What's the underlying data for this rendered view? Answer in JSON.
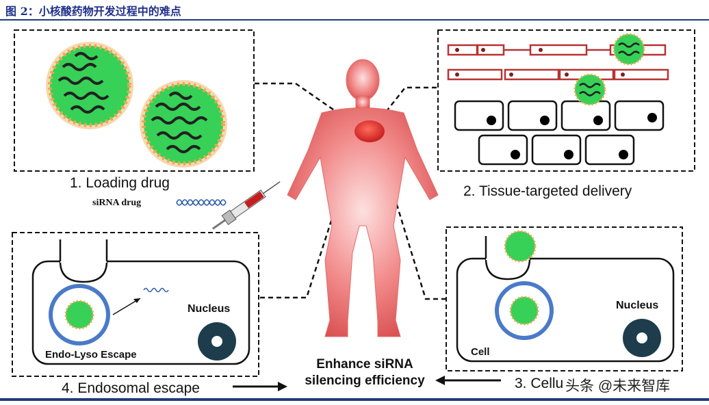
{
  "header": {
    "title": "图 2：小核酸药物开发过程中的难点"
  },
  "panels": {
    "loading": {
      "caption": "1. Loading  drug",
      "drug_label": "siRNA drug"
    },
    "tissue": {
      "caption": "2. Tissue-targeted delivery"
    },
    "cellular": {
      "caption": "3. Cellu",
      "cell_label": "Cell",
      "nucleus_label": "Nucleus"
    },
    "endosomal": {
      "caption": "4. Endosomal escape",
      "escape_label": "Endo-Lyso Escape",
      "nucleus_label": "Nucleus"
    }
  },
  "center": {
    "line1": "Enhance siRNA",
    "line2": "silencing efficiency"
  },
  "watermark": {
    "text": "头条 @未来智库"
  },
  "colors": {
    "nanoparticle": "#3ddc5a",
    "strand": "#1a1a1a",
    "lipid": "#f0a450",
    "body": "#f08a8a",
    "tissue": "#b83232",
    "membrane": "#4a7ac8",
    "nucleus": "#1d3d4d",
    "header": "#1f2f8a"
  }
}
